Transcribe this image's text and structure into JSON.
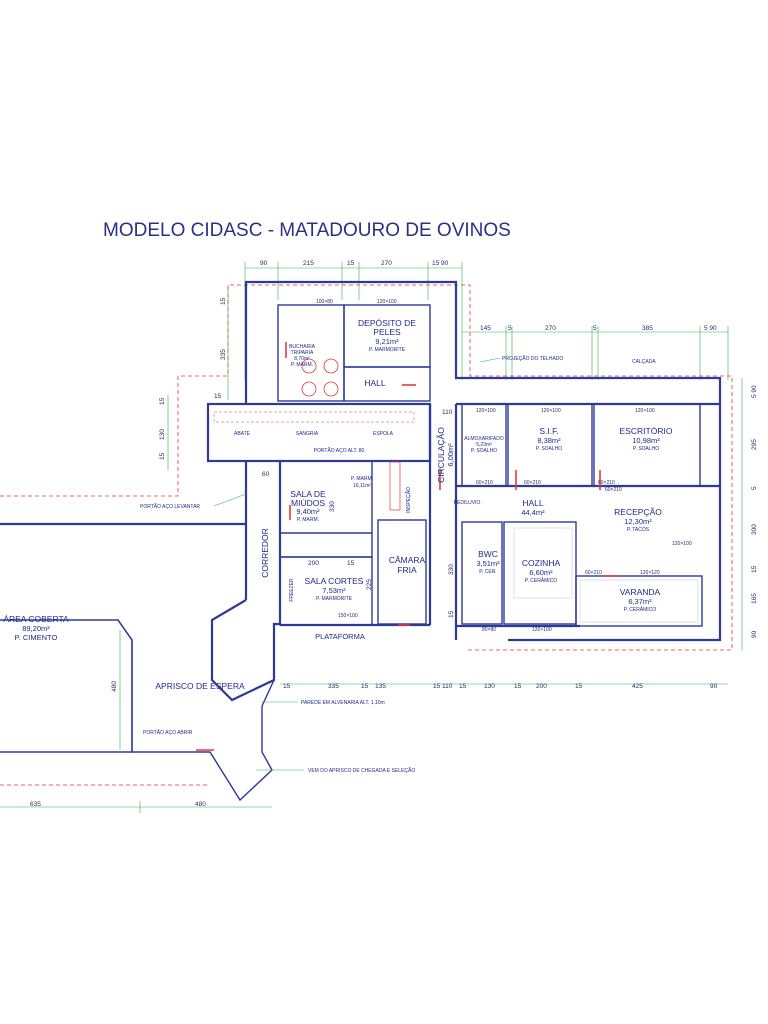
{
  "title": "MODELO CIDASC - MATADOURO DE OVINOS",
  "rooms": {
    "deposito_peles": {
      "name": "DEPÓSITO DE",
      "name2": "PELES",
      "area": "9,21m²",
      "floor": "P. MARMORITE"
    },
    "bucharia": {
      "name": "BUCHARIA",
      "name2": "TRIPARIA",
      "area": "8,70m²",
      "floor": "P. MARM."
    },
    "hall_top": {
      "name": "HALL"
    },
    "abate": {
      "name": "ABATE"
    },
    "sangria": {
      "name": "SANGRIA"
    },
    "espola": {
      "name": "ESPOLA"
    },
    "portao_aco": {
      "name": "PORTÃO AÇO ALT. 80"
    },
    "sala_miudos": {
      "name": "SALA DE",
      "name2": "MIÚDOS",
      "area": "9,40m²",
      "floor": "P. MARM."
    },
    "p_marm_area": {
      "floor": "P. MARM.",
      "area": "16,11m²"
    },
    "inspecao": {
      "name": "INSPEÇÃO"
    },
    "circulacao": {
      "name": "CIRCULAÇÃO",
      "area": "6,00m²"
    },
    "camara_fria": {
      "name": "CÂMARA",
      "name2": "FRIA"
    },
    "sala_cortes": {
      "name": "SALA CORTES",
      "area": "7,53m²",
      "floor": "P. MARMORITE"
    },
    "corredor": {
      "name": "CORREDOR"
    },
    "freezer": {
      "name": "FREEZER"
    },
    "plataforma": {
      "name": "PLATAFORMA"
    },
    "almoxarifado": {
      "name": "ALMOXARIFADO",
      "area": "5,23m²",
      "floor": "P. SOALHO"
    },
    "sif": {
      "name": "S.I.F.",
      "area": "8,38m²",
      "floor": "P. SOALHO"
    },
    "escritorio": {
      "name": "ESCRITÓRIO",
      "area": "10,98m²",
      "floor": "P. SOALHO"
    },
    "pediluvio": {
      "name": "PEDILUVIO"
    },
    "hall_main": {
      "name": "HALL",
      "area": "44,4m²"
    },
    "recepcao": {
      "name": "RECEPÇÃO",
      "area": "12,30m²",
      "floor": "P. TACOS"
    },
    "bwc": {
      "name": "BWC",
      "area": "3,51m²",
      "floor": "P. CER."
    },
    "cozinha": {
      "name": "COZINHA",
      "area": "6,60m²",
      "floor": "P. CERÂMICO"
    },
    "varanda": {
      "name": "VARANDA",
      "area": "6,37m²",
      "floor": "P. CERÂMICO"
    },
    "area_coberta": {
      "name": "ÁREA COBERTA",
      "area": "89,20m²",
      "floor": "P. CIMENTO"
    },
    "aprisco": {
      "name": "APRISCO DE ESPERA"
    }
  },
  "notes": {
    "projecao": "PROJEÇÃO DO TELHADO",
    "calcada": "CALÇADA",
    "portao_levantar": "PORTÃO AÇO LEVANTAR",
    "parede": "PAREDE EM ALVENARIA ALT. 1,10m",
    "portao_abrir": "PORTÃO AÇO ABRIR",
    "vem_aprisco": "VEM DO APRISCO DE CHEGADA E SELEÇÃO"
  },
  "dims_top1": [
    "90",
    "215",
    "15",
    "270",
    "15 90"
  ],
  "dims_top2": [
    "145",
    "5",
    "270",
    "5",
    "385",
    "5 90"
  ],
  "dims_bottom": [
    "15",
    "335",
    "15",
    "135",
    "15 110",
    "15",
    "130",
    "15",
    "200",
    "15",
    "425",
    "90"
  ],
  "dims_bottom2": [
    "635",
    "480"
  ],
  "dims_left": [
    "15",
    "335",
    "15",
    "130",
    "15",
    "480"
  ],
  "dims_right": [
    "5 90",
    "295",
    "5",
    "300",
    "15",
    "165",
    "90"
  ],
  "dims_inner": [
    "60",
    "200",
    "15",
    "330",
    "225",
    "15",
    "330",
    "110"
  ],
  "windows": [
    "100×80",
    "120×100",
    "120×100",
    "120×100",
    "120×100",
    "60×210",
    "60×210",
    "60×210",
    "60×210",
    "120×120",
    "60×210",
    "120×100",
    "150×100",
    "80×80",
    "120×100"
  ]
}
